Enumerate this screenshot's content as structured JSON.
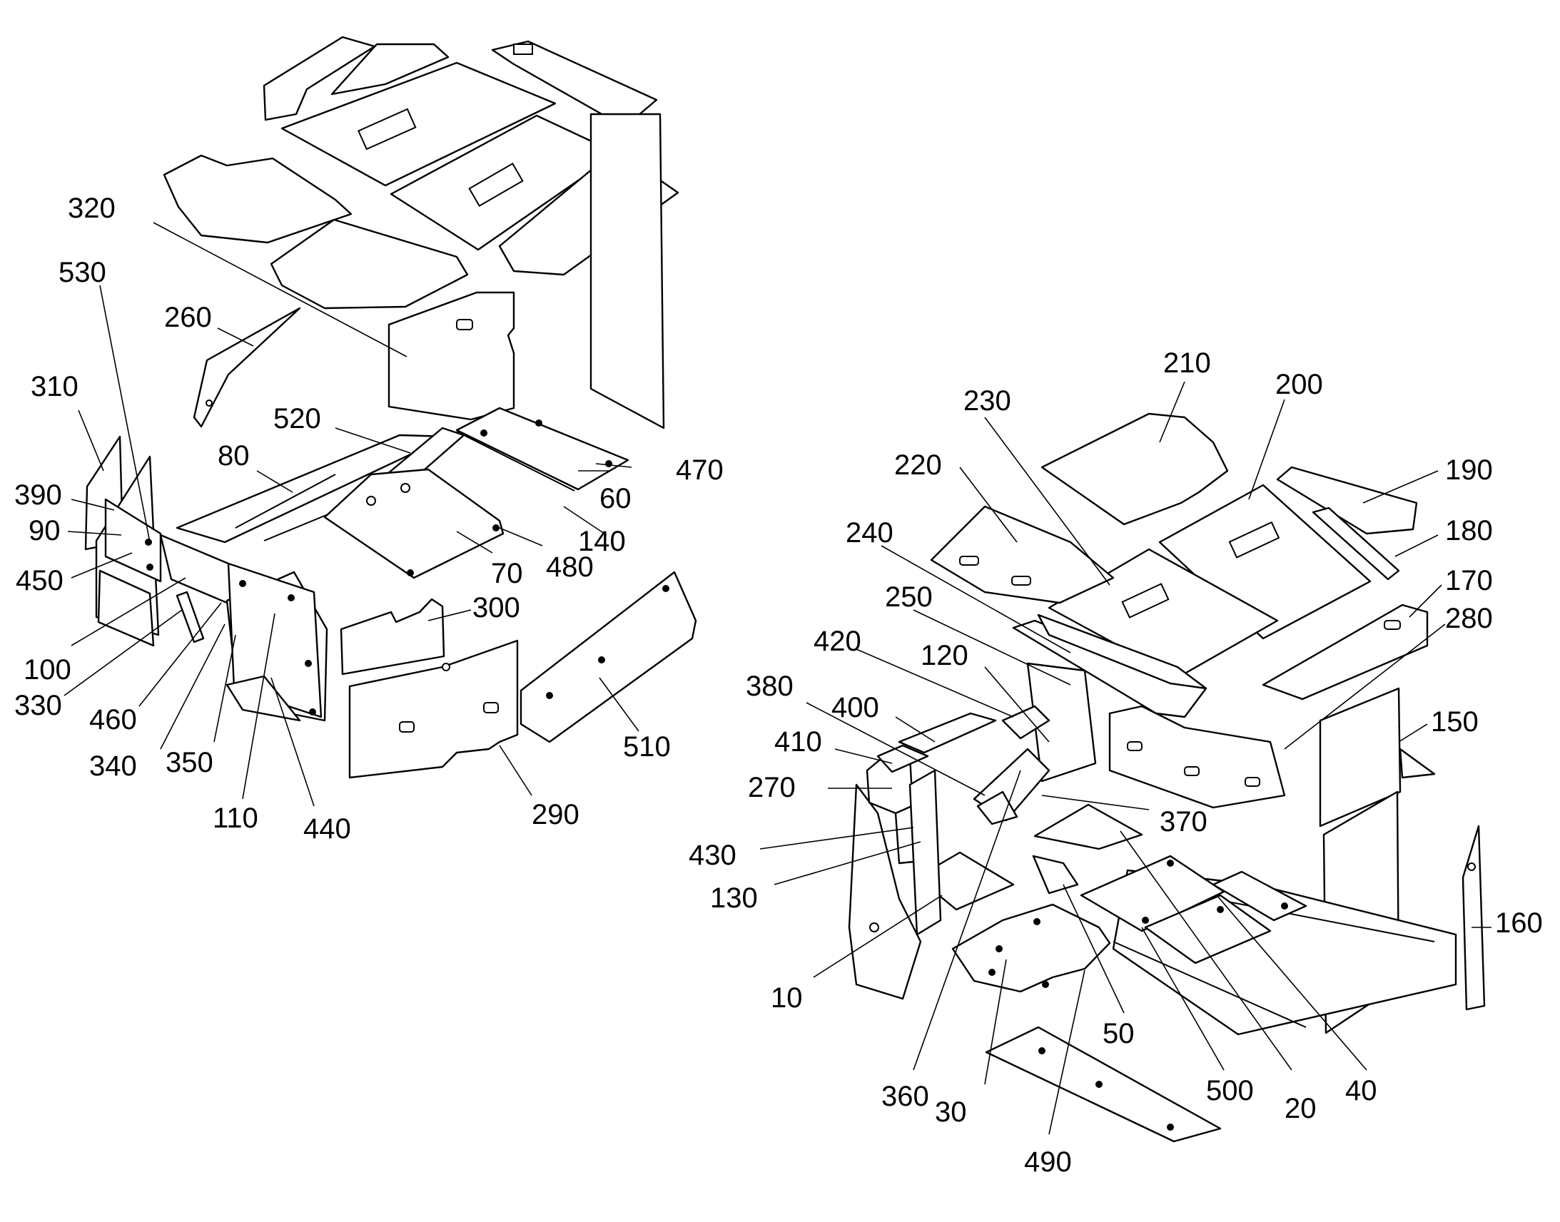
{
  "colors": {
    "ink": "#000000",
    "paper": "#ffffff"
  },
  "left_assembly": {
    "labels": [
      "320",
      "530",
      "260",
      "310",
      "80",
      "520",
      "470",
      "390",
      "90",
      "60",
      "140",
      "450",
      "480",
      "70",
      "300",
      "100",
      "330",
      "460",
      "340",
      "350",
      "110",
      "440",
      "290",
      "510"
    ]
  },
  "right_assembly": {
    "labels": [
      "210",
      "200",
      "230",
      "220",
      "190",
      "180",
      "240",
      "170",
      "250",
      "280",
      "420",
      "120",
      "380",
      "400",
      "150",
      "410",
      "270",
      "370",
      "430",
      "130",
      "160",
      "10",
      "50",
      "500",
      "20",
      "40",
      "360",
      "30",
      "490"
    ]
  }
}
